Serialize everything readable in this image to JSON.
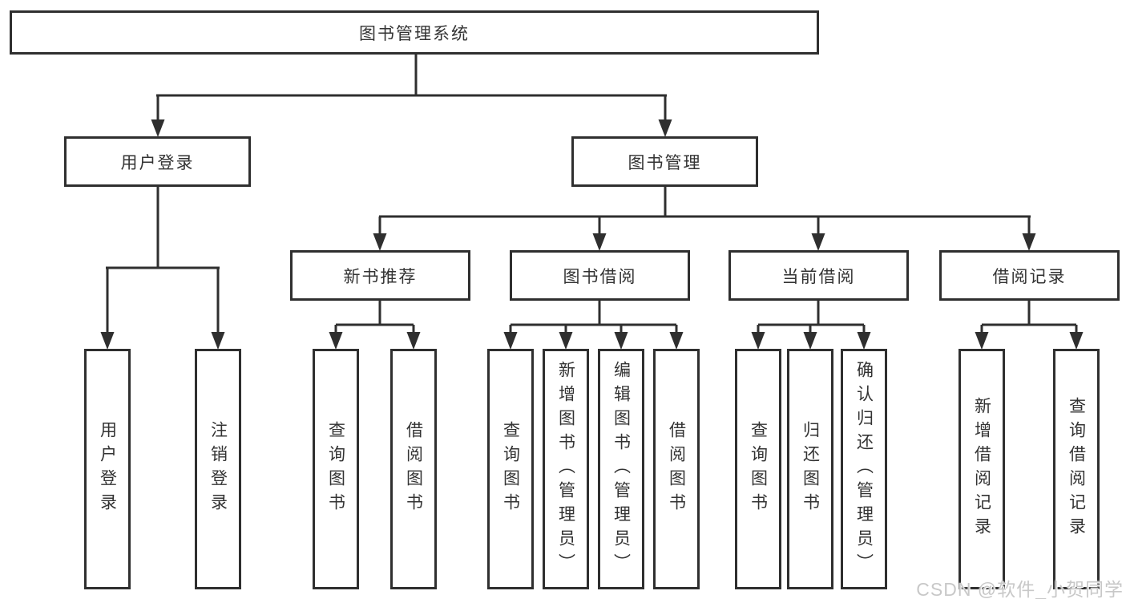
{
  "diagram": {
    "root": {
      "label": "图书管理系统"
    },
    "branches": [
      {
        "label": "用户登录",
        "children": [
          {
            "label": "用户登录"
          },
          {
            "label": "注销登录"
          }
        ]
      },
      {
        "label": "图书管理",
        "children": [
          {
            "label": "新书推荐",
            "children": [
              {
                "label": "查询图书"
              },
              {
                "label": "借阅图书"
              }
            ]
          },
          {
            "label": "图书借阅",
            "children": [
              {
                "label": "查询图书"
              },
              {
                "label": "新增图书（管理员）"
              },
              {
                "label": "编辑图书（管理员）"
              },
              {
                "label": "借阅图书"
              }
            ]
          },
          {
            "label": "当前借阅",
            "children": [
              {
                "label": "查询图书"
              },
              {
                "label": "归还图书"
              },
              {
                "label": "确认归还（管理员）"
              }
            ]
          },
          {
            "label": "借阅记录",
            "children": [
              {
                "label": "新增借阅记录"
              },
              {
                "label": "查询借阅记录"
              }
            ]
          }
        ]
      }
    ]
  },
  "watermark": {
    "text": "CSDN @软件_小贺同学"
  },
  "colors": {
    "line": "#2f2f2f",
    "box_border": "#2f2f2f",
    "box_fill": "#ffffff",
    "text": "#333333",
    "watermark": "#c8c8c8",
    "background": "#ffffff"
  }
}
